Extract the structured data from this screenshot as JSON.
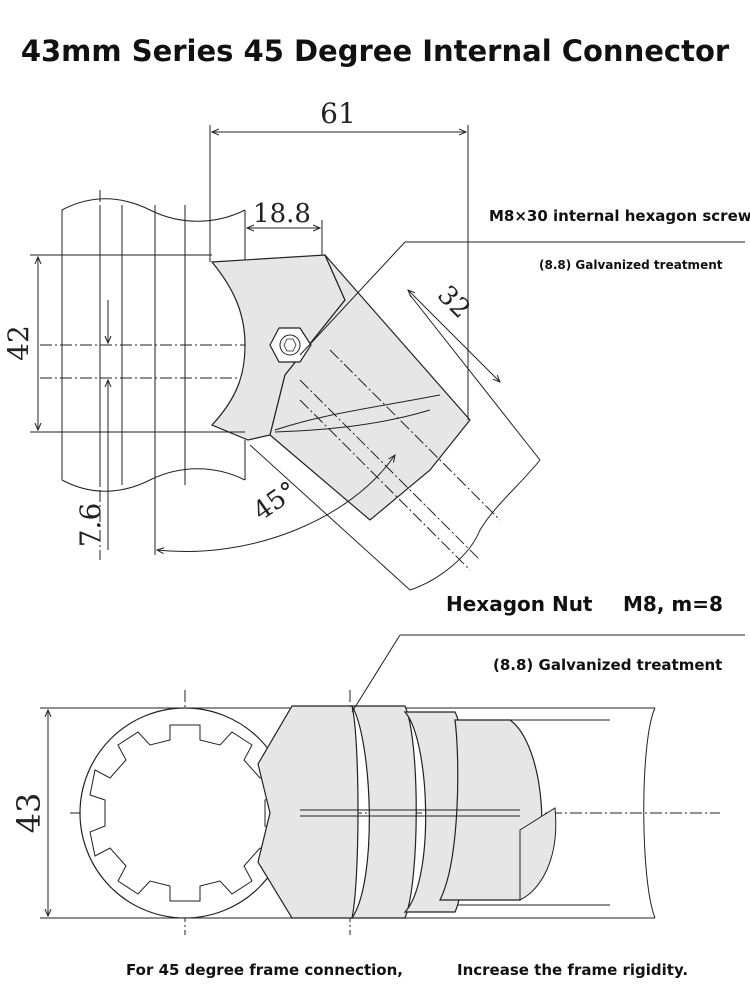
{
  "title": "43mm Series 45 Degree Internal Connector",
  "top_view": {
    "dim_width": "61",
    "dim_offset": "18.8",
    "dim_height": "42",
    "dim_bottom": "7.6",
    "dim_tube": "32",
    "angle": "45°",
    "screw_label": "M8×30 internal hexagon screw",
    "screw_treatment": "(8.8) Galvanized treatment"
  },
  "bottom_view": {
    "nut_label": "Hexagon Nut",
    "nut_spec": "M8, m=8",
    "nut_treatment": "(8.8) Galvanized treatment",
    "dim_diameter": "43"
  },
  "footer": {
    "left": "For 45 degree frame connection,",
    "right": "Increase the frame rigidity."
  },
  "colors": {
    "part_fill": "#e6e6e6",
    "line": "#222222"
  }
}
